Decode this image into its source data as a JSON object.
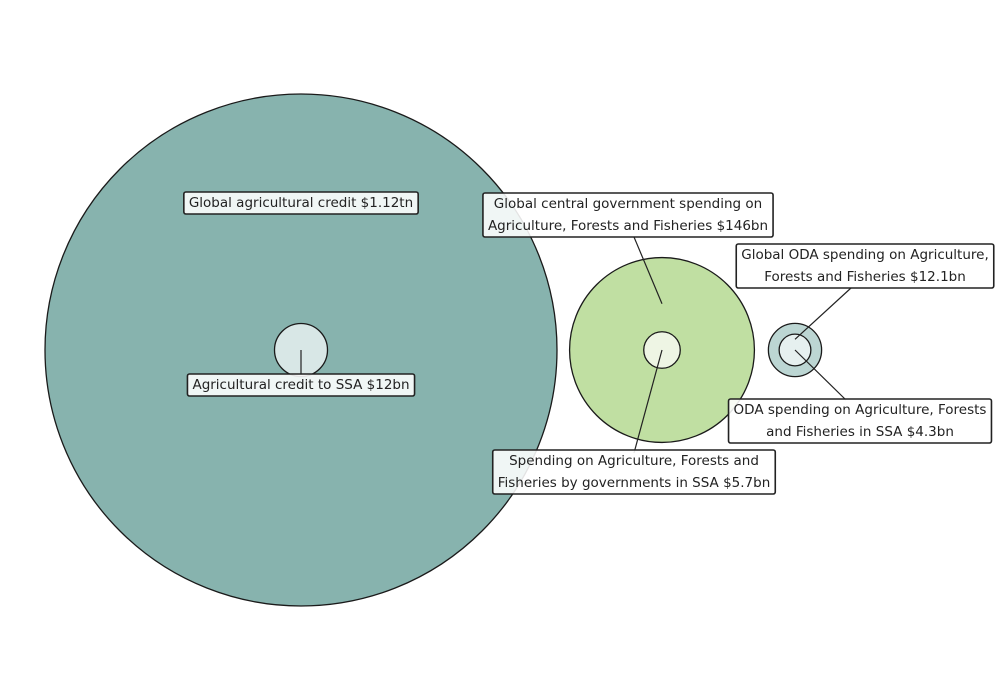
{
  "chart_data": {
    "type": "nested-bubble",
    "title": "",
    "unit_prefix": "$",
    "groups": [
      {
        "name": "credit",
        "outer": {
          "label": "Global agricultural credit $1.12tn",
          "value_bn": 1120,
          "color": "#87b3ae"
        },
        "inner": {
          "label": "Agricultural credit to SSA $12bn",
          "value_bn": 12,
          "color": "#d8e7e6"
        }
      },
      {
        "name": "government",
        "outer": {
          "label_lines": [
            "Global central government spending on",
            "Agriculture, Forests and Fisheries $146bn"
          ],
          "value_bn": 146,
          "color": "#c0dfa2"
        },
        "inner": {
          "label_lines": [
            "Spending on Agriculture, Forests and",
            "Fisheries by governments in SSA $5.7bn"
          ],
          "value_bn": 5.7,
          "color": "#eef5e4"
        }
      },
      {
        "name": "oda",
        "outer": {
          "label_lines": [
            "Global ODA spending on Agriculture,",
            "Forests and Fisheries $12.1bn"
          ],
          "value_bn": 12.1,
          "color": "#bcd6d3"
        },
        "inner": {
          "label_lines": [
            "ODA spending on Agriculture, Forests",
            "and Fisheries in SSA $4.3bn"
          ],
          "value_bn": 4.3,
          "color": "#e6f0ef"
        }
      }
    ]
  }
}
